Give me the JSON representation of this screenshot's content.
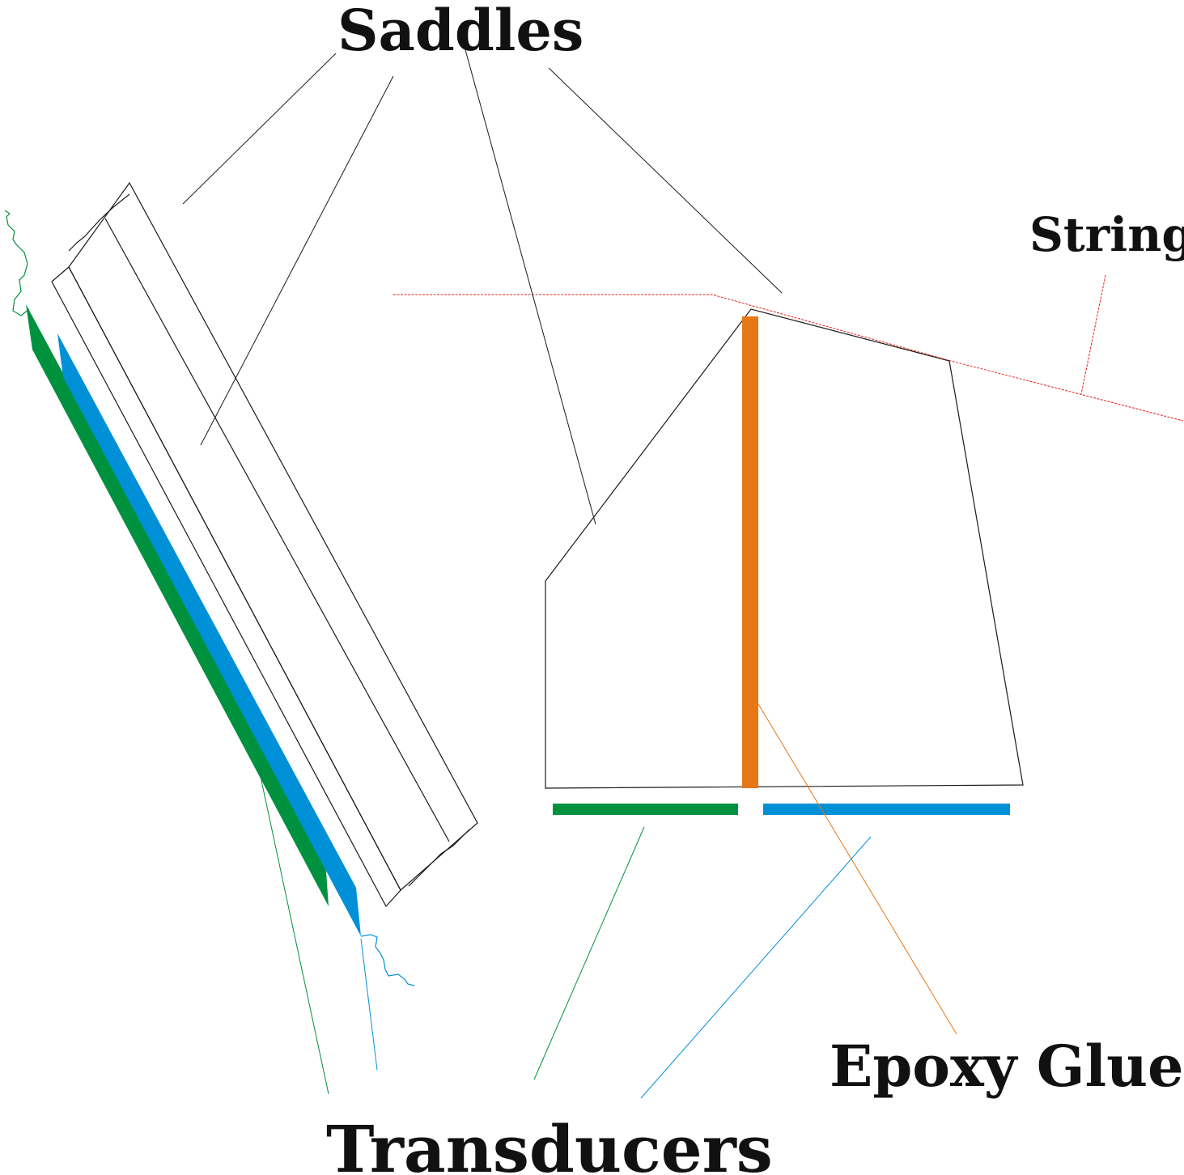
{
  "labels": {
    "saddles": "Saddles",
    "string": "String",
    "epoxy": "Epoxy Glue",
    "transducers": "Transducers"
  },
  "colors": {
    "transducer_green": "#00913f",
    "transducer_blue": "#0090d8",
    "epoxy_orange": "#e67817",
    "string_red": "#e0201b",
    "outline": "#1a1a1a",
    "text": "#111111"
  }
}
